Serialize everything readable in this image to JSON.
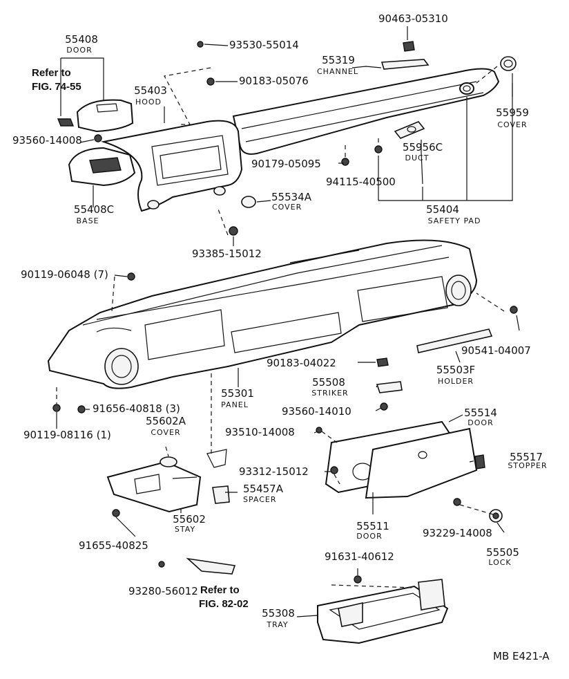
{
  "diagram_code": "MB  E421-A",
  "parts": [
    {
      "id": "p55408",
      "number": "55408",
      "name": "DOOR"
    },
    {
      "id": "p55403",
      "number": "55403",
      "name": "HOOD"
    },
    {
      "id": "p55408c",
      "number": "55408C",
      "name": "BASE"
    },
    {
      "id": "p55534a",
      "number": "55534A",
      "name": "COVER"
    },
    {
      "id": "p55319",
      "number": "55319",
      "name": "CHANNEL"
    },
    {
      "id": "p55959",
      "number": "55959",
      "name": "COVER"
    },
    {
      "id": "p55956c",
      "number": "55956C",
      "name": "DUCT"
    },
    {
      "id": "p55404",
      "number": "55404",
      "name": "SAFETY PAD"
    },
    {
      "id": "p55503f",
      "number": "55503F",
      "name": "HOLDER"
    },
    {
      "id": "p55301",
      "number": "55301",
      "name": "PANEL"
    },
    {
      "id": "p55508",
      "number": "55508",
      "name": "STRIKER"
    },
    {
      "id": "p55514",
      "number": "55514",
      "name": "DOOR"
    },
    {
      "id": "p55602a",
      "number": "55602A",
      "name": "COVER"
    },
    {
      "id": "p55517",
      "number": "55517",
      "name": "STOPPER"
    },
    {
      "id": "p55457a",
      "number": "55457A",
      "name": "SPACER"
    },
    {
      "id": "p55602",
      "number": "55602",
      "name": "STAY"
    },
    {
      "id": "p55511",
      "number": "55511",
      "name": "DOOR"
    },
    {
      "id": "p55505",
      "number": "55505",
      "name": "LOCK"
    },
    {
      "id": "p55308",
      "number": "55308",
      "name": "TRAY"
    }
  ],
  "fasteners": [
    {
      "id": "f1",
      "number": "90463-05310"
    },
    {
      "id": "f2",
      "number": "93530-55014"
    },
    {
      "id": "f3",
      "number": "90183-05076"
    },
    {
      "id": "f4",
      "number": "93560-14008"
    },
    {
      "id": "f5",
      "number": "90179-05095"
    },
    {
      "id": "f6",
      "number": "94115-40500"
    },
    {
      "id": "f7",
      "number": "93385-15012"
    },
    {
      "id": "f8",
      "number": "90119-06048 (7)"
    },
    {
      "id": "f9",
      "number": "90541-04007"
    },
    {
      "id": "f10",
      "number": "90183-04022"
    },
    {
      "id": "f11",
      "number": "91656-40818 (3)"
    },
    {
      "id": "f12",
      "number": "93560-14010"
    },
    {
      "id": "f13",
      "number": "90119-08116 (1)"
    },
    {
      "id": "f14",
      "number": "93510-14008"
    },
    {
      "id": "f15",
      "number": "93312-15012"
    },
    {
      "id": "f16",
      "number": "93229-14008"
    },
    {
      "id": "f17",
      "number": "91655-40825"
    },
    {
      "id": "f18",
      "number": "91631-40612"
    },
    {
      "id": "f19",
      "number": "93280-56012"
    }
  ],
  "references": [
    {
      "id": "r1",
      "line1": "Refer to",
      "line2": "FIG. 74-55"
    },
    {
      "id": "r2",
      "line1": "Refer to",
      "line2": "FIG. 82-02"
    }
  ]
}
